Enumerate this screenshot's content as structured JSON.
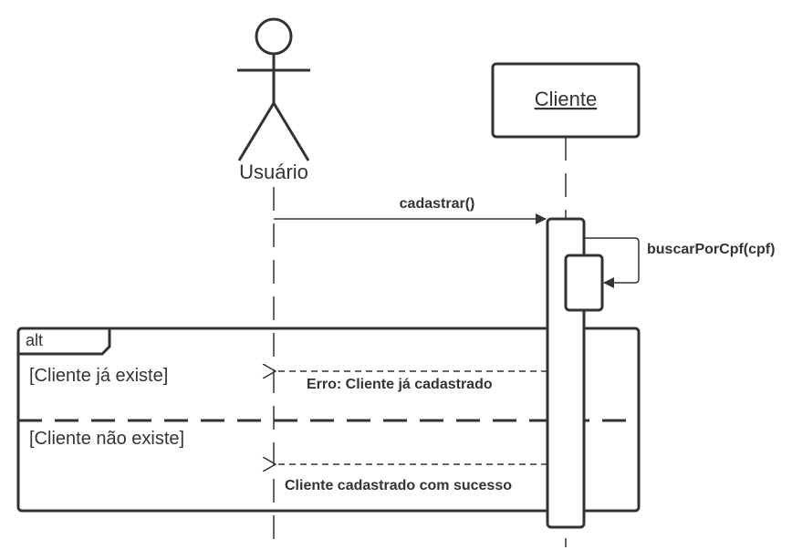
{
  "actor": {
    "name": "Usuário"
  },
  "lifeline_object": {
    "name": "Cliente"
  },
  "messages": {
    "cadastrar": "cadastrar()",
    "buscar": "buscarPorCpf(cpf)",
    "erro": "Erro: Cliente já cadastrado",
    "sucesso": "Cliente cadastrado com sucesso"
  },
  "alt_fragment": {
    "operator": "alt",
    "guard_1": "[Cliente já existe]",
    "guard_2": "[Cliente não existe]"
  },
  "colors": {
    "stroke": "#333333",
    "background": "#ffffff"
  }
}
